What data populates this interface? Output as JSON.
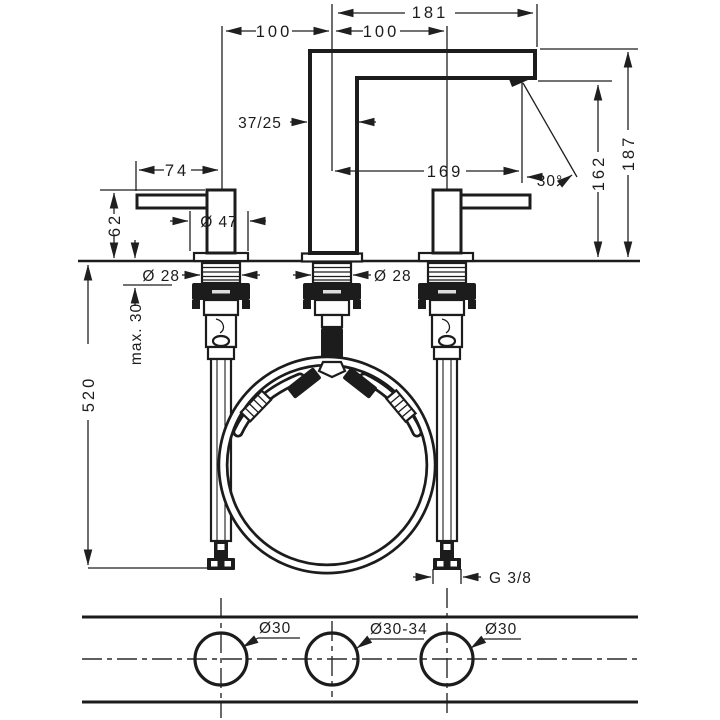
{
  "drawing": {
    "background": "#ffffff",
    "ink_color": "#1c1c1c",
    "dimensions": {
      "spout_reach_total": "181",
      "hole_spacing_left": "100",
      "hole_spacing_right": "100",
      "spout_profile": "37/25",
      "handle_lever_length": "74",
      "handle_escutcheon_diameter": "Ø 47",
      "handle_height": "62",
      "handle_shank_diameter": "Ø 28",
      "spout_shank_diameter": "Ø 28",
      "aerator_offset": "169",
      "stream_angle": "30°",
      "spout_outlet_height": "162",
      "overall_height": "187",
      "max_mounting_thickness": "max. 30",
      "hose_length": "520",
      "supply_connection": "G 3/8",
      "hole_left_diameter": "Ø30",
      "hole_middle_diameter": "Ø30-34",
      "hole_right_diameter": "Ø30"
    }
  }
}
